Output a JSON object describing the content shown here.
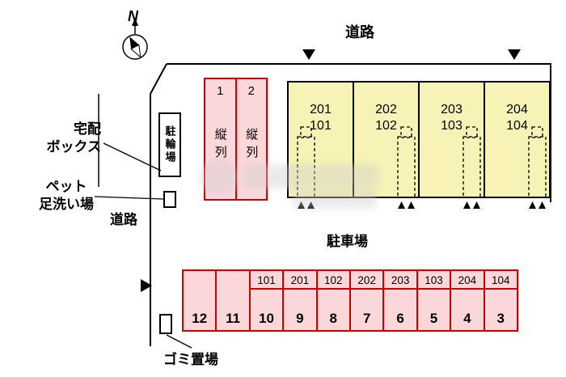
{
  "compass": {
    "label": "N"
  },
  "roads": {
    "top": "道路",
    "left": "道路"
  },
  "labels": {
    "bicycle": "駐輪場",
    "delivery_line1": "宅配",
    "delivery_line2": "ボックス",
    "pet_line1": "ペット",
    "pet_line2": "足洗い場",
    "parking_lot": "駐車場",
    "garbage": "ゴミ置場"
  },
  "tandem": [
    {
      "number": "1",
      "label": "縦列"
    },
    {
      "number": "2",
      "label": "縦列"
    }
  ],
  "buildings": [
    {
      "upper": "201",
      "lower": "101"
    },
    {
      "upper": "202",
      "lower": "102"
    },
    {
      "upper": "203",
      "lower": "103"
    },
    {
      "upper": "204",
      "lower": "104"
    }
  ],
  "parking": [
    {
      "unit": "",
      "number": "12"
    },
    {
      "unit": "",
      "number": "11"
    },
    {
      "unit": "101",
      "number": "10"
    },
    {
      "unit": "201",
      "number": "9"
    },
    {
      "unit": "102",
      "number": "8"
    },
    {
      "unit": "202",
      "number": "7"
    },
    {
      "unit": "203",
      "number": "6"
    },
    {
      "unit": "103",
      "number": "5"
    },
    {
      "unit": "204",
      "number": "4"
    },
    {
      "unit": "104",
      "number": "3"
    }
  ],
  "colors": {
    "parking_fill": "#fbd7da",
    "parking_border": "#cc0000",
    "building_fill": "#f7f2b5",
    "line": "#000000"
  }
}
